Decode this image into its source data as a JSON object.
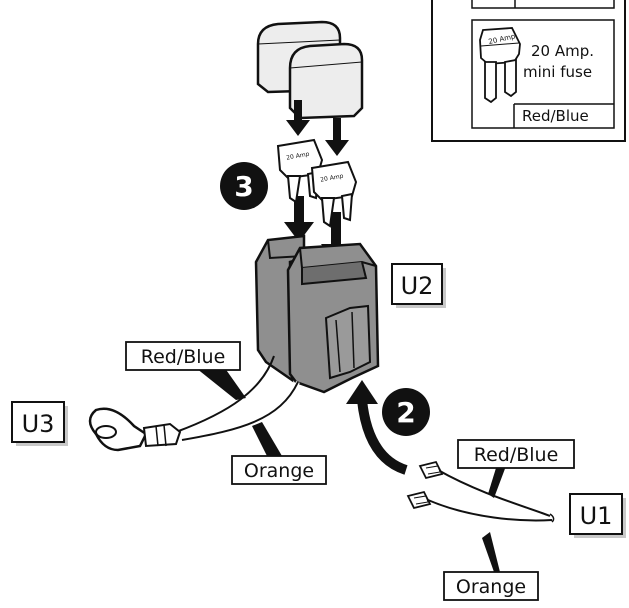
{
  "labels": {
    "u1": "U1",
    "u2": "U2",
    "u3": "U3",
    "red_blue_left": "Red/Blue",
    "red_blue_right": "Red/Blue",
    "orange_left": "Orange",
    "orange_bottom": "Orange"
  },
  "steps": {
    "step2": "2",
    "step3": "3"
  },
  "legend": {
    "fuse_label_line1": "20 Amp.",
    "fuse_label_line2": "mini fuse",
    "wire_color": "Red/Blue",
    "fuse_marking": "20 Amp"
  },
  "colors": {
    "line": "#111111",
    "body_fill": "#8f8f8f",
    "body_dark": "#6e6e6e",
    "cap_fill": "#ededed",
    "fuse_fill": "#ffffff",
    "step_badge": "#111111",
    "label_shadow": "#c8c8c8"
  }
}
